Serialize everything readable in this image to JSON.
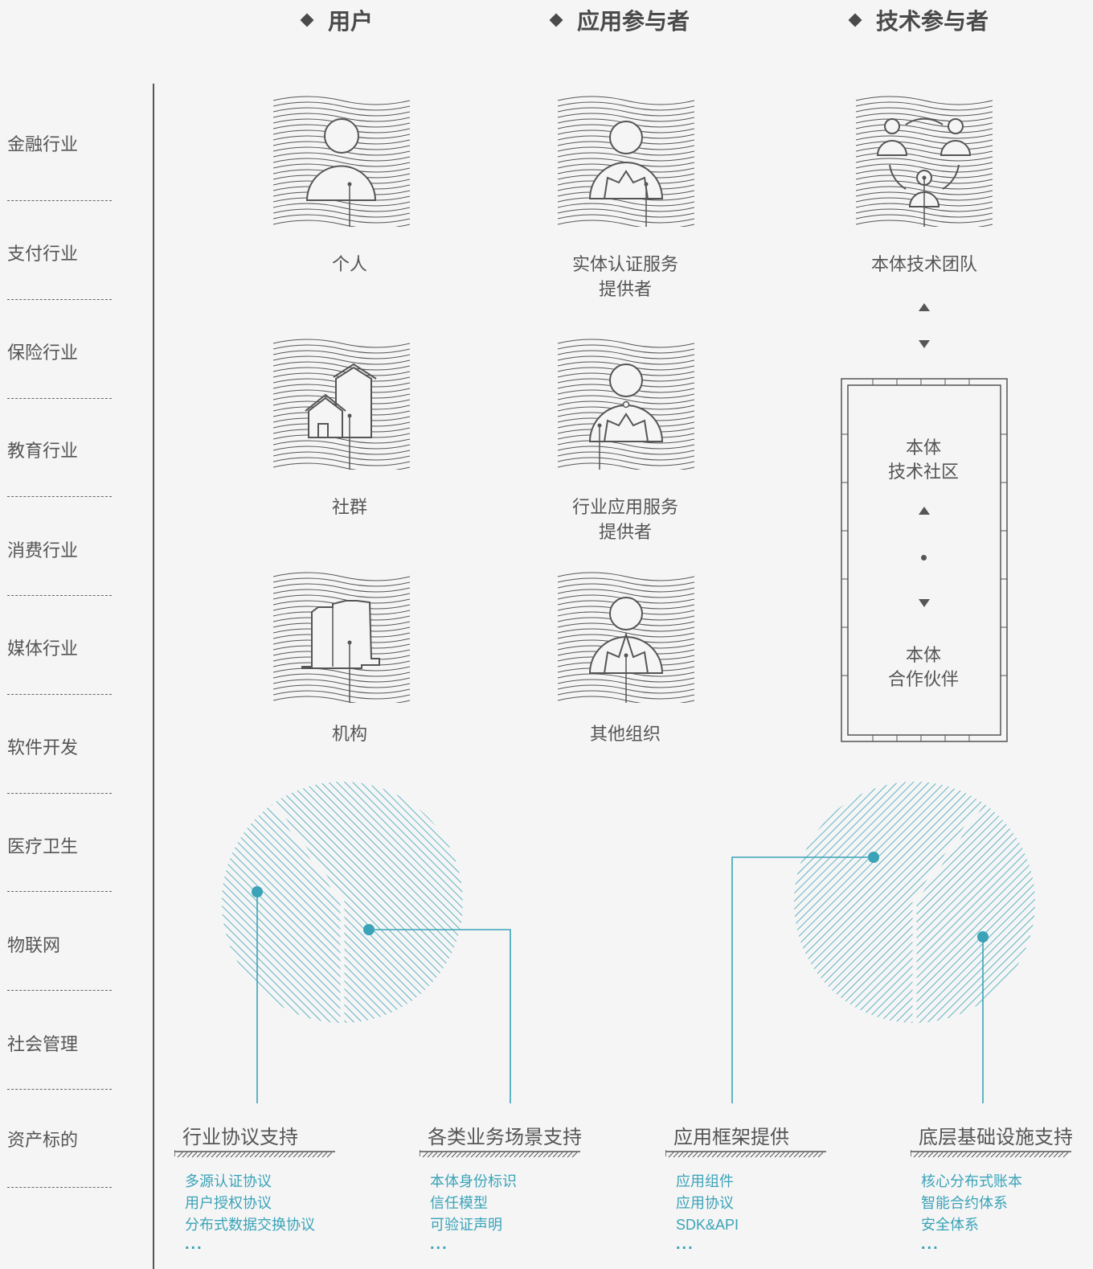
{
  "headers": [
    "用户",
    "应用参与者",
    "技术参与者"
  ],
  "industries": [
    "金融行业",
    "支付行业",
    "保险行业",
    "教育行业",
    "消费行业",
    "媒体行业",
    "软件开发",
    "医疗卫生",
    "物联网",
    "社会管理",
    "资产标的"
  ],
  "users": {
    "individual": "个人",
    "community": "社群",
    "institution": "机构"
  },
  "app_participants": {
    "identity_provider_line1": "实体认证服务",
    "identity_provider_line2": "提供者",
    "industry_provider_line1": "行业应用服务",
    "industry_provider_line2": "提供者",
    "other": "其他组织"
  },
  "tech_participants": {
    "team": "本体技术团队",
    "community_line1": "本体",
    "community_line2": "技术社区",
    "partner_line1": "本体",
    "partner_line2": "合作伙伴"
  },
  "sections": [
    {
      "title": "行业协议支持",
      "items": [
        "多源认证协议",
        "用户授权协议",
        "分布式数据交换协议"
      ],
      "more": "..."
    },
    {
      "title": "各类业务场景支持",
      "items": [
        "本体身份标识",
        "信任模型",
        "可验证声明"
      ],
      "more": "..."
    },
    {
      "title": "应用框架提供",
      "items": [
        "应用组件",
        "应用协议",
        "SDK&API"
      ],
      "more": "..."
    },
    {
      "title": "底层基础设施支持",
      "items": [
        "核心分布式账本",
        "智能合约体系",
        "安全体系"
      ],
      "more": "..."
    }
  ],
  "colors": {
    "accent": "#3aa3b8",
    "text": "#555555",
    "background": "#f5f5f5"
  }
}
